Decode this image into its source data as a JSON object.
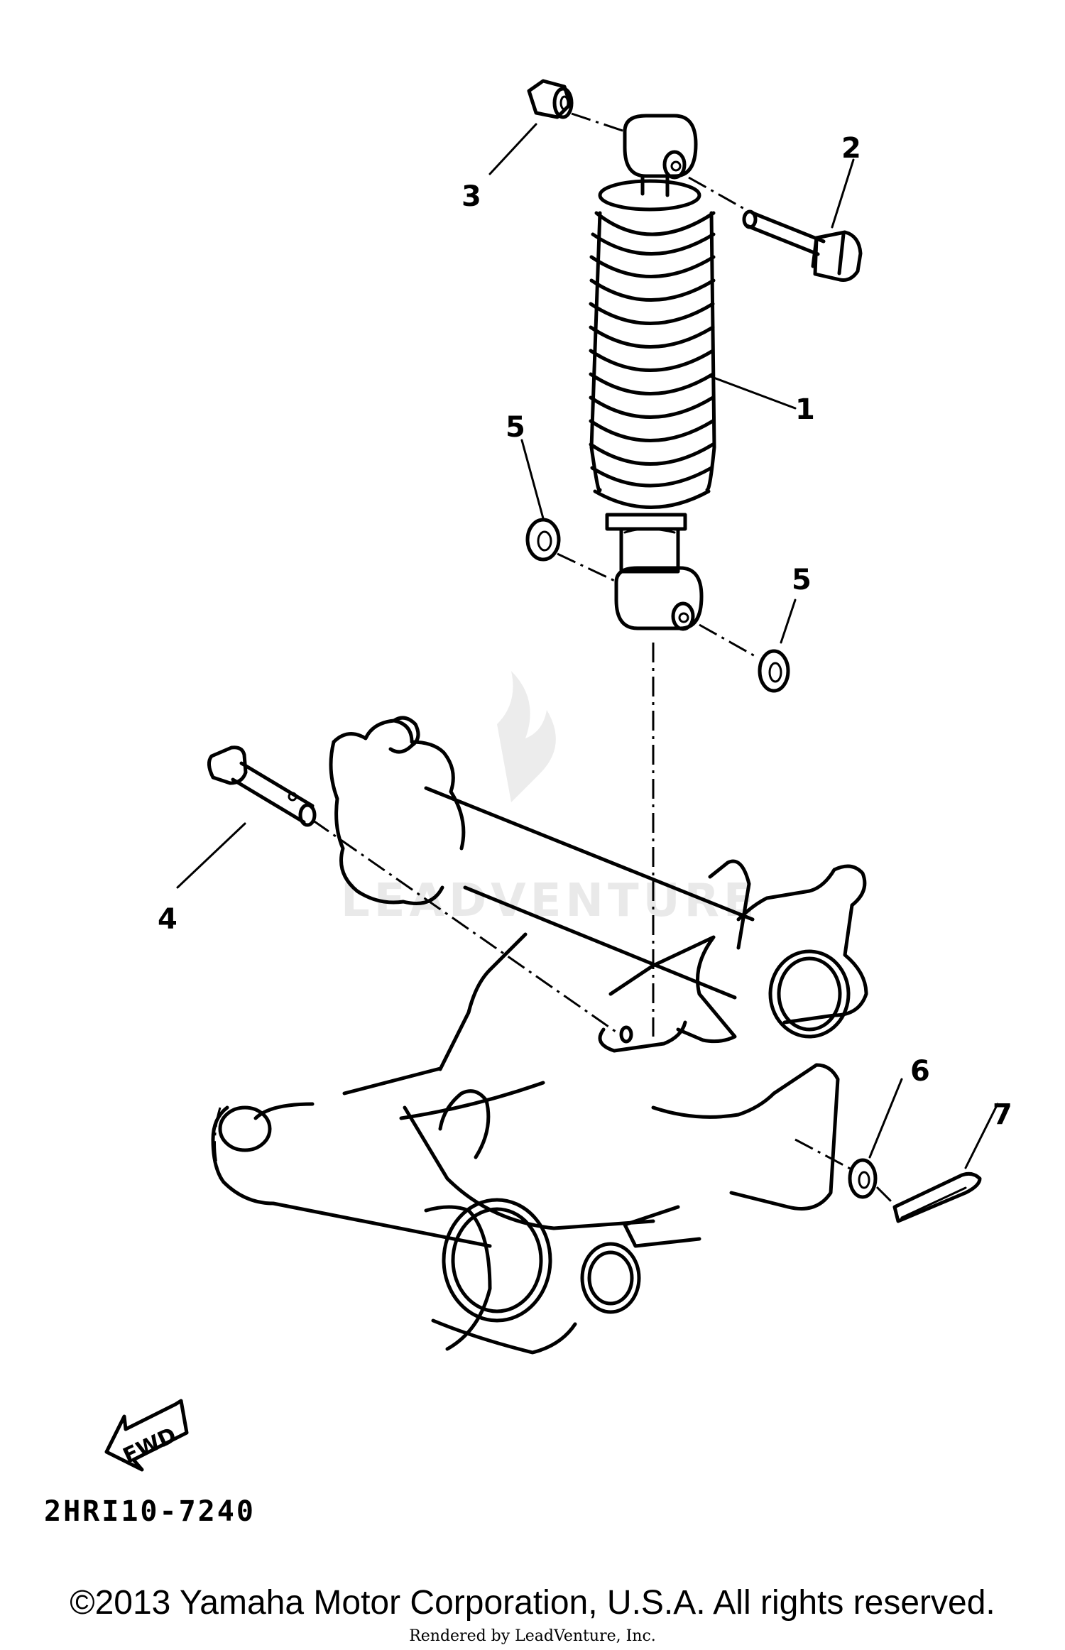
{
  "diagram": {
    "callouts": [
      {
        "id": "1",
        "label": "1"
      },
      {
        "id": "2",
        "label": "2"
      },
      {
        "id": "3",
        "label": "3"
      },
      {
        "id": "4",
        "label": "4"
      },
      {
        "id": "5a",
        "label": "5"
      },
      {
        "id": "5b",
        "label": "5"
      },
      {
        "id": "6",
        "label": "6"
      },
      {
        "id": "7",
        "label": "7"
      }
    ],
    "fwd_label": "FWD",
    "drawing_code": "2HRI10-7240",
    "watermark": "LEADVENTURE"
  },
  "footer": {
    "copyright": "©2013 Yamaha Motor Corporation, U.S.A. All rights reserved.",
    "rendered_by": "Rendered by LeadVenture, Inc."
  }
}
